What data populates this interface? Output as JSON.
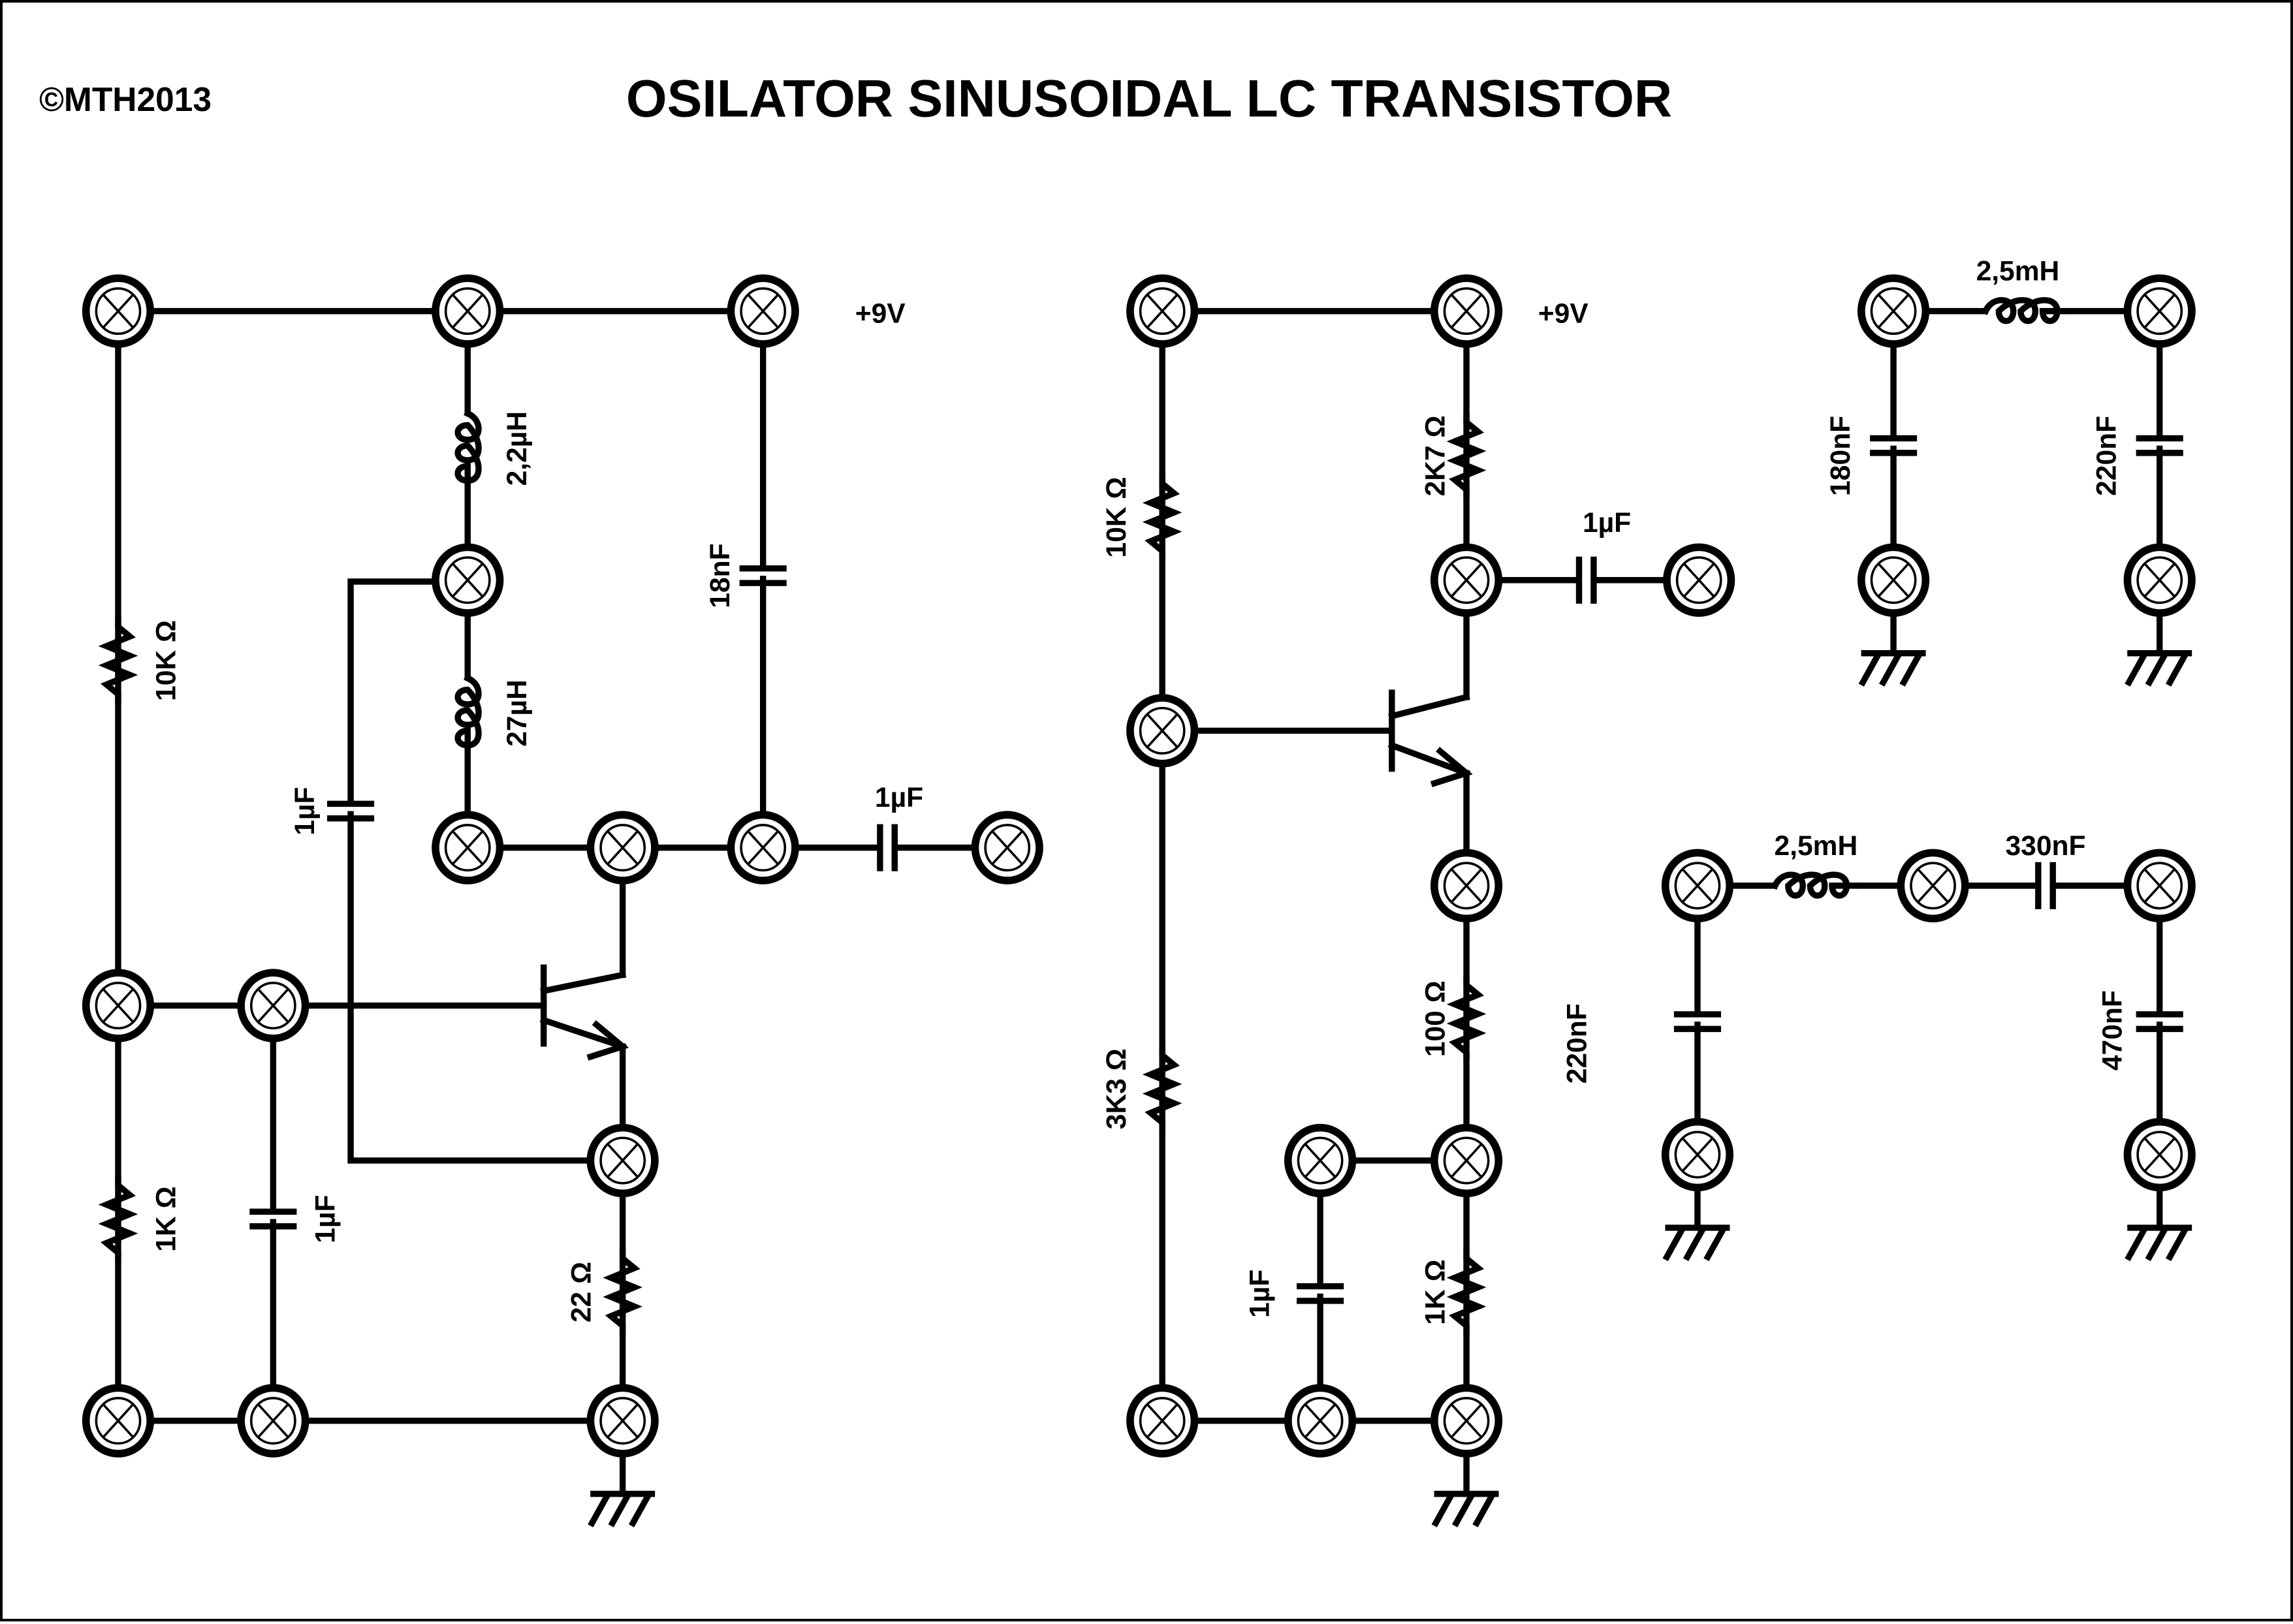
{
  "header": {
    "copyright": "©MTH2013",
    "title": "OSILATOR SINUSOIDAL LC TRANSISTOR"
  },
  "circuits": [
    {
      "id": "colpitts-like-left",
      "supply_label": "+9V",
      "components": [
        {
          "type": "resistor",
          "label": "10K Ω"
        },
        {
          "type": "inductor",
          "label": "2,2µH"
        },
        {
          "type": "inductor",
          "label": "27µH"
        },
        {
          "type": "capacitor",
          "label": "18nF"
        },
        {
          "type": "capacitor",
          "label": "1µF",
          "role": "feedback"
        },
        {
          "type": "capacitor",
          "label": "1µF",
          "role": "output"
        },
        {
          "type": "resistor",
          "label": "1K Ω"
        },
        {
          "type": "capacitor",
          "label": "1µF",
          "role": "base-bypass"
        },
        {
          "type": "resistor",
          "label": "22 Ω"
        },
        {
          "type": "transistor",
          "label": "NPN"
        },
        {
          "type": "ground",
          "label": ""
        }
      ]
    },
    {
      "id": "amplifier-middle",
      "supply_label": "+9V",
      "components": [
        {
          "type": "resistor",
          "label": "10K Ω"
        },
        {
          "type": "resistor",
          "label": "2K7 Ω"
        },
        {
          "type": "capacitor",
          "label": "1µF",
          "role": "output"
        },
        {
          "type": "transistor",
          "label": "NPN"
        },
        {
          "type": "resistor",
          "label": "3K3 Ω"
        },
        {
          "type": "resistor",
          "label": "100 Ω"
        },
        {
          "type": "note",
          "label": "220nF"
        },
        {
          "type": "capacitor",
          "label": "1µF",
          "role": "emitter-bypass"
        },
        {
          "type": "resistor",
          "label": "1K Ω"
        },
        {
          "type": "ground",
          "label": ""
        }
      ]
    },
    {
      "id": "tank-pi-top-right",
      "components": [
        {
          "type": "inductor",
          "label": "2,5mH"
        },
        {
          "type": "capacitor",
          "label": "180nF"
        },
        {
          "type": "capacitor",
          "label": "220nF"
        },
        {
          "type": "ground",
          "label": ""
        },
        {
          "type": "ground",
          "label": ""
        }
      ]
    },
    {
      "id": "tank-bottom-right",
      "components": [
        {
          "type": "inductor",
          "label": "2,5mH"
        },
        {
          "type": "capacitor",
          "label": "330nF"
        },
        {
          "type": "capacitor",
          "label": "",
          "role": "unlabeled-shunt"
        },
        {
          "type": "capacitor",
          "label": "470nF"
        },
        {
          "type": "ground",
          "label": ""
        },
        {
          "type": "ground",
          "label": ""
        }
      ]
    }
  ],
  "labels": {
    "l_supply": "+9V",
    "l_r10k": "10K Ω",
    "l_l22": "2,2µH",
    "l_l27": "27µH",
    "l_c18": "18nF",
    "l_c1fb": "1µF",
    "l_c1out": "1µF",
    "l_r1k": "1K Ω",
    "l_c1b": "1µF",
    "l_r22": "22 Ω",
    "m_supply": "+9V",
    "m_r10k": "10K Ω",
    "m_r2k7": "2K7 Ω",
    "m_c1out": "1µF",
    "m_r3k3": "3K3 Ω",
    "m_r100": "100 Ω",
    "m_c220": "220nF",
    "m_c1e": "1µF",
    "m_r1k": "1K Ω",
    "t_l25": "2,5mH",
    "t_c180": "180nF",
    "t_c220": "220nF",
    "b_l25": "2,5mH",
    "b_c330": "330nF",
    "b_c470": "470nF"
  },
  "icons": {
    "terminal": "terminal-x-icon",
    "ground": "ground-icon",
    "resistor": "resistor-icon",
    "capacitor": "capacitor-icon",
    "inductor": "inductor-icon",
    "transistor": "npn-transistor-icon"
  }
}
